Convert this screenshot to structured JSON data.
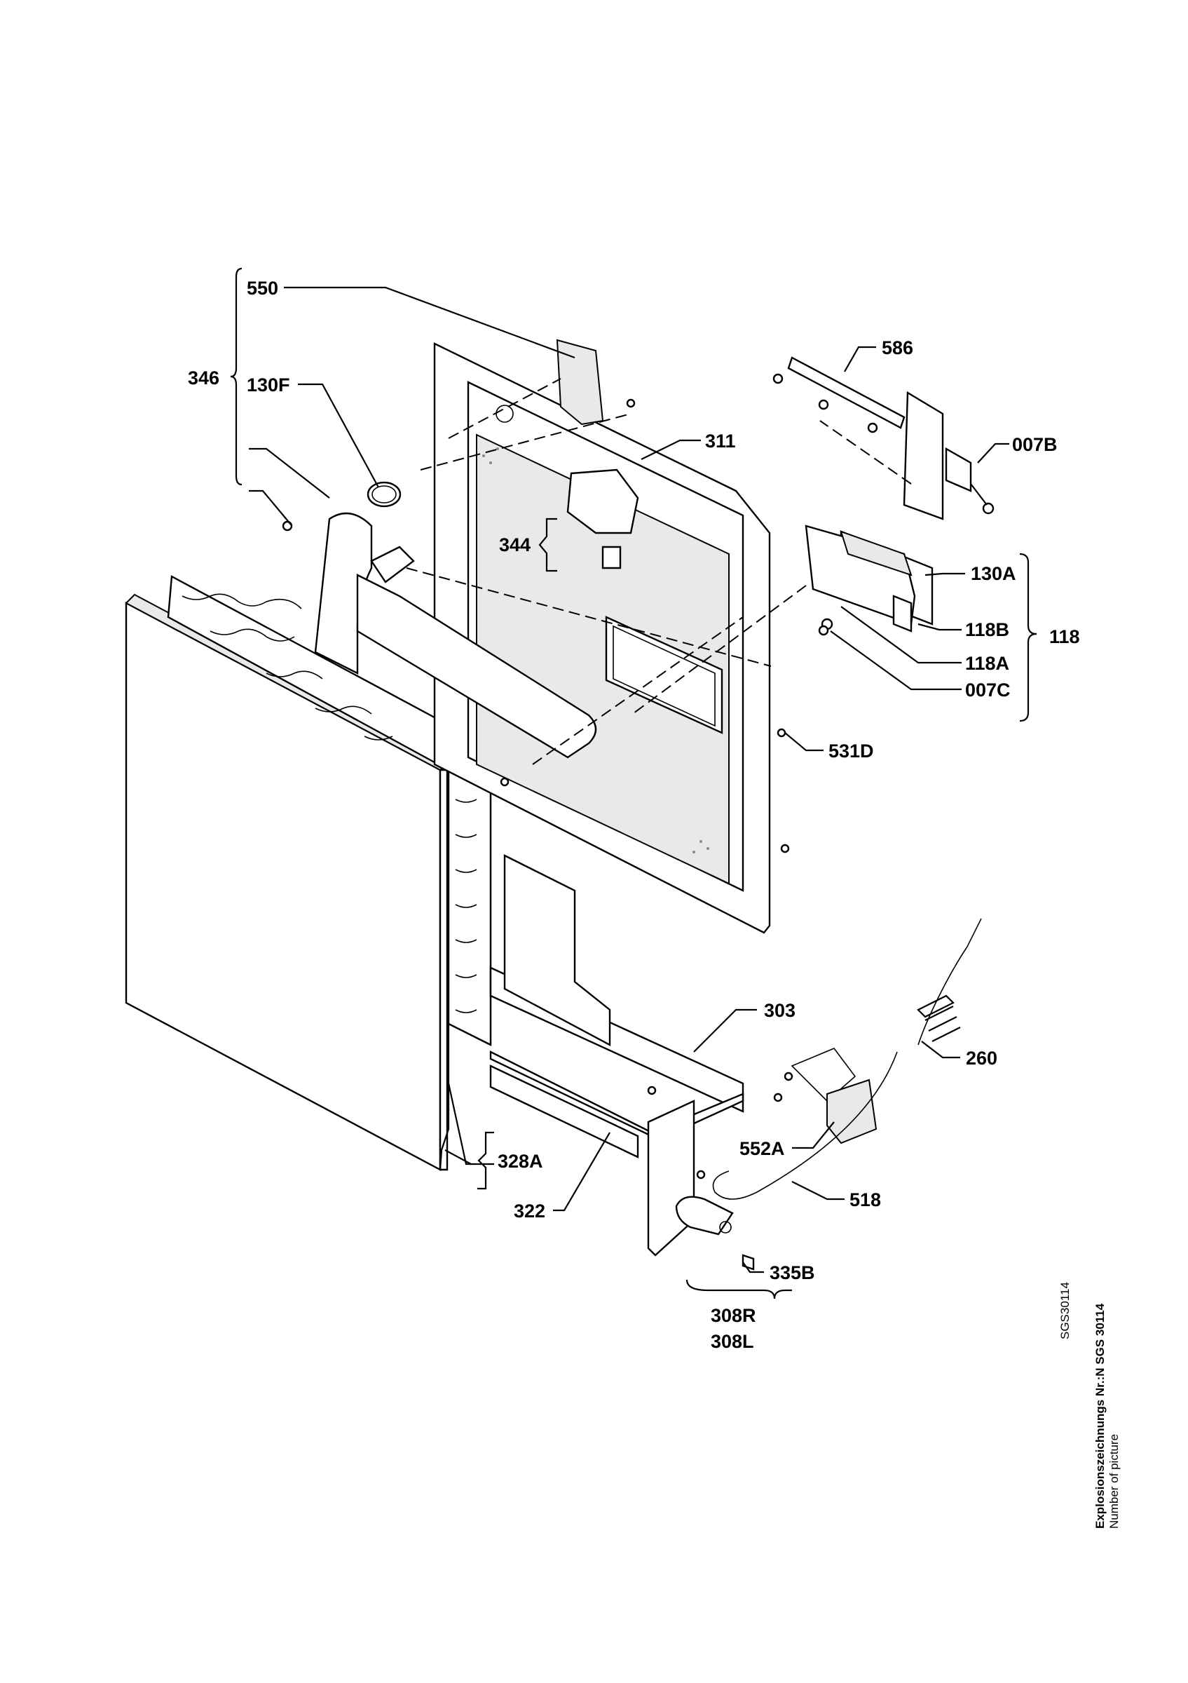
{
  "labels": {
    "l550": "550",
    "l346": "346",
    "l130F": "130F",
    "l586": "586",
    "l311": "311",
    "l007B": "007B",
    "l344": "344",
    "l130A": "130A",
    "l118": "118",
    "l118B": "118B",
    "l118A": "118A",
    "l007C": "007C",
    "l531D": "531D",
    "l303": "303",
    "l260": "260",
    "l552A": "552A",
    "l518": "518",
    "l328A": "328A",
    "l322": "322",
    "l335B": "335B",
    "l308R": "308R",
    "l308L": "308L"
  },
  "side": {
    "title": "Explosionszeichnungs Nr.:N SGS 30114",
    "subtitle": "Number of picture",
    "code": "SGS30114"
  }
}
